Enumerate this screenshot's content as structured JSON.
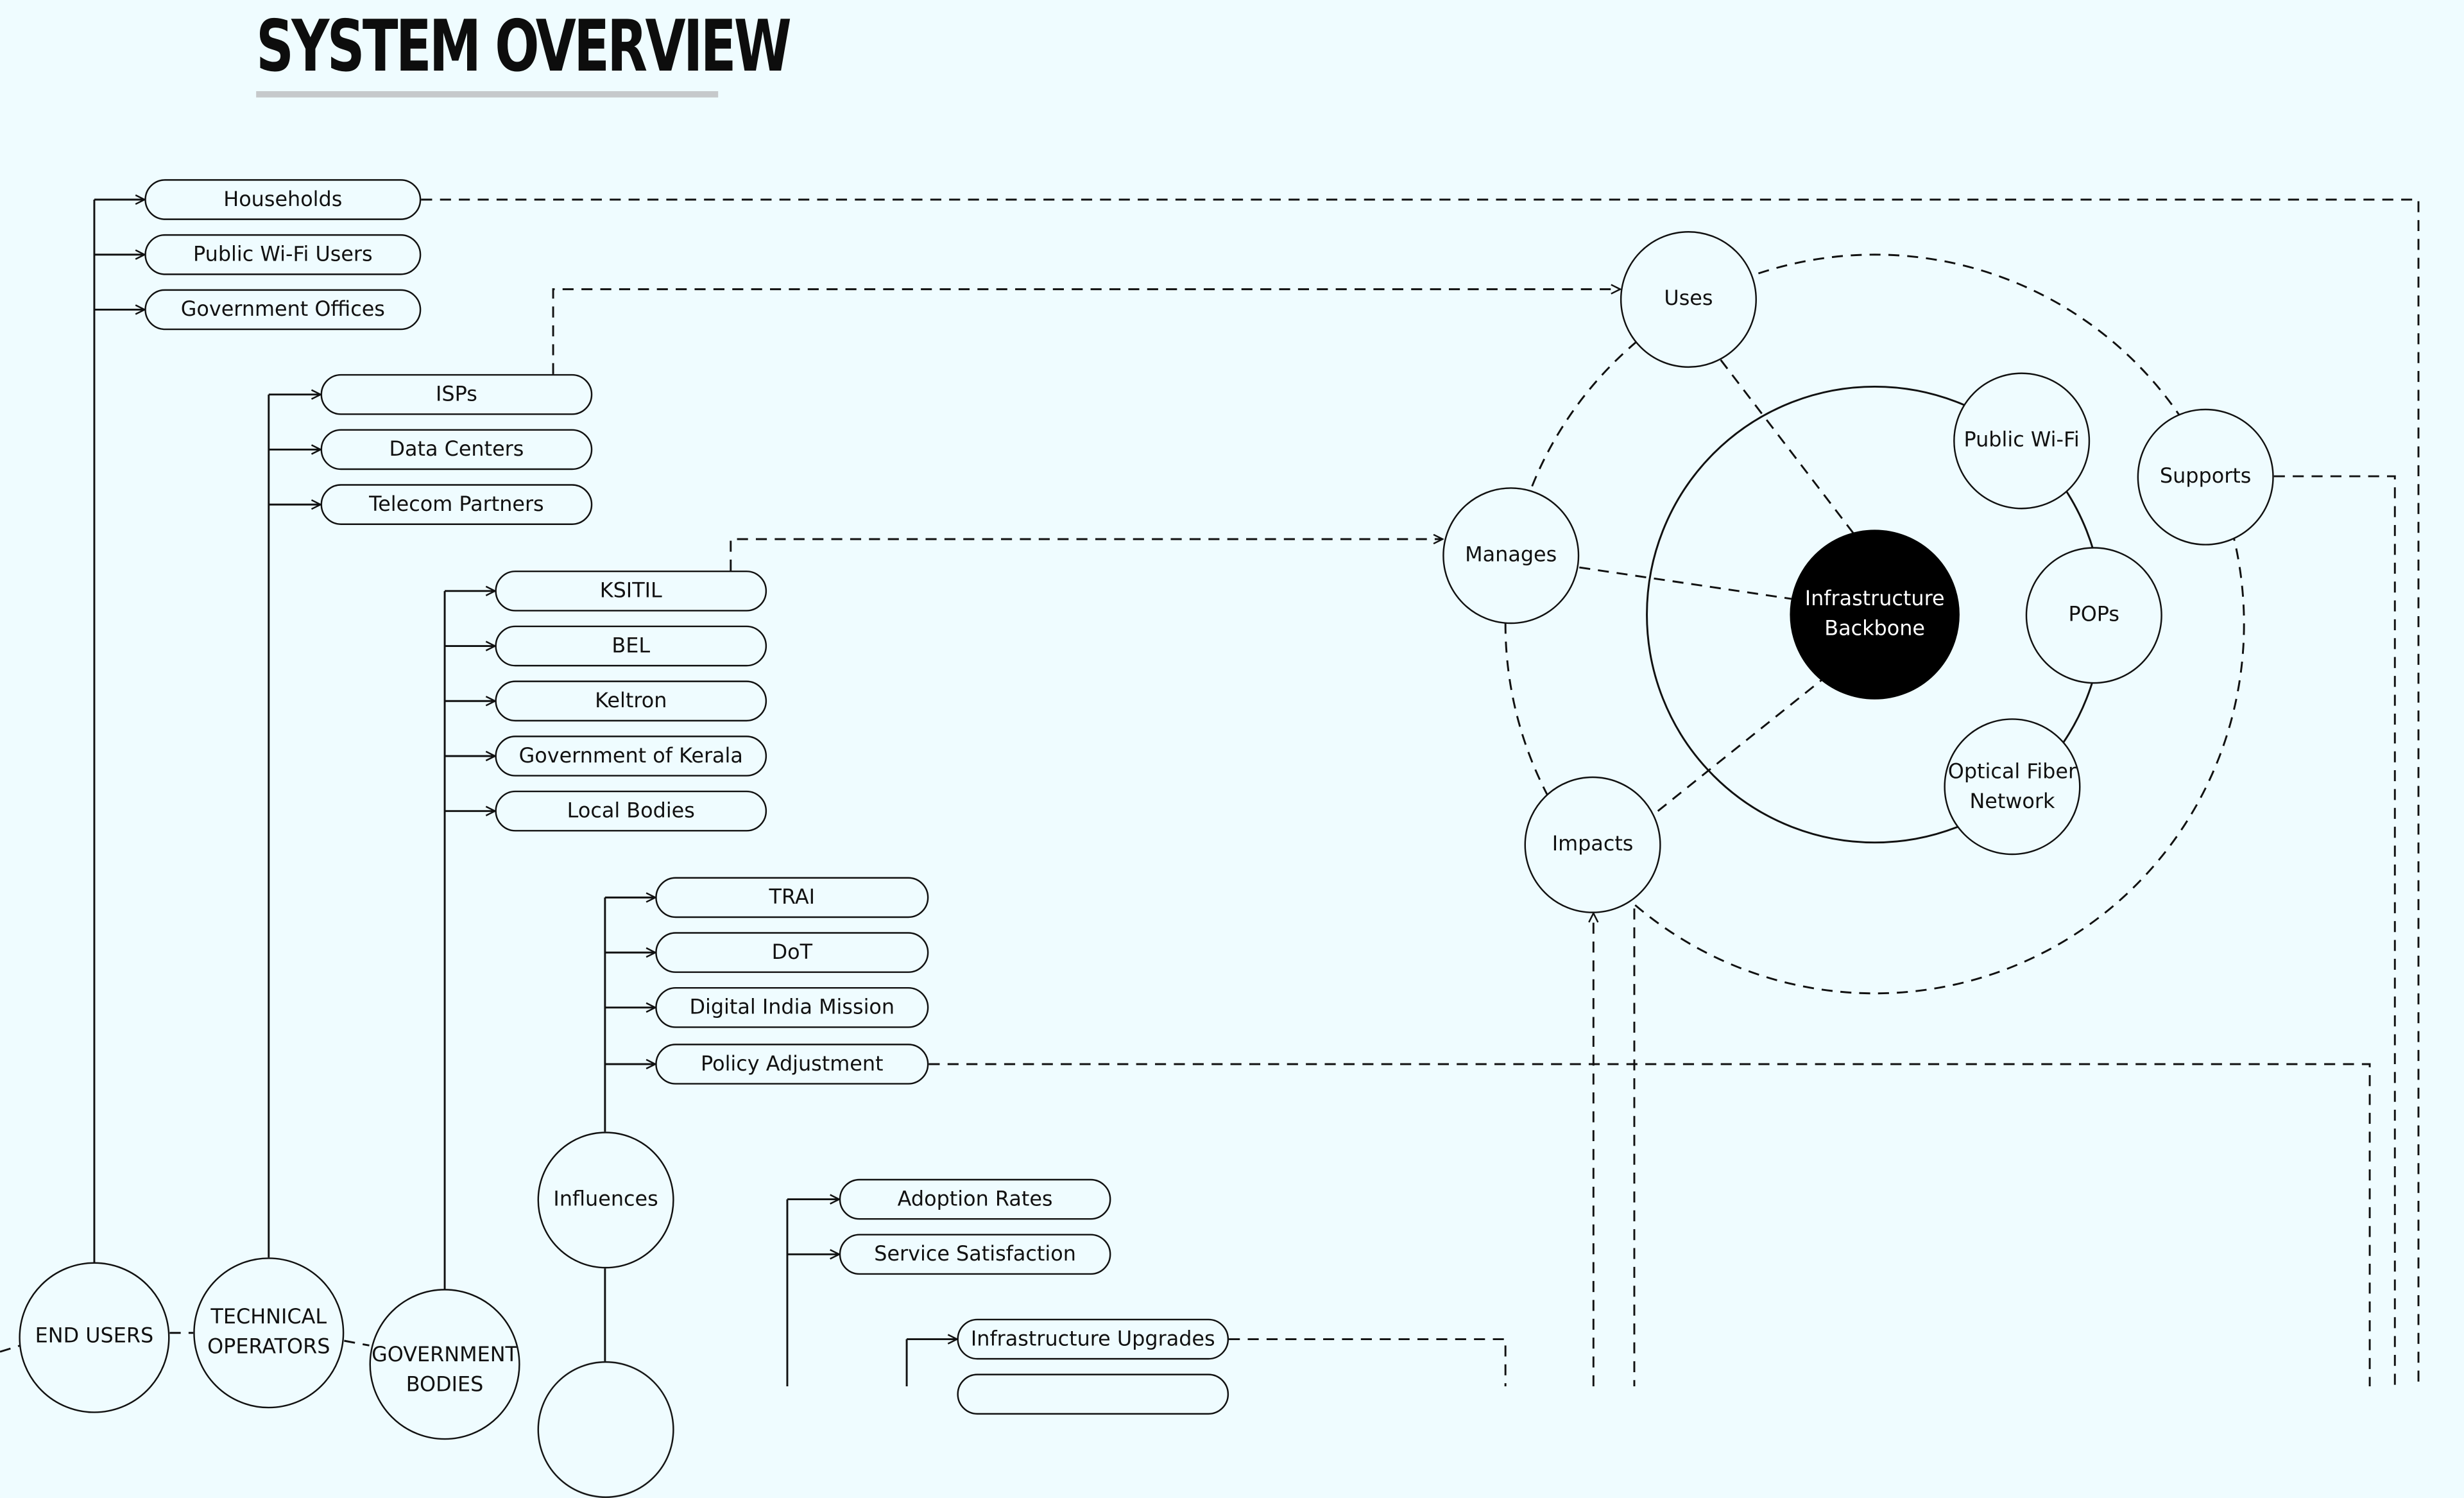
{
  "title": "SYSTEM OVERVIEW",
  "end_users": {
    "label": "END USERS",
    "items": [
      "Households",
      "Public Wi-Fi Users",
      "Government Offices"
    ]
  },
  "technical_operators": {
    "label_line1": "TECHNICAL",
    "label_line2": "OPERATORS",
    "items": [
      "ISPs",
      "Data Centers",
      "Telecom Partners"
    ]
  },
  "government_bodies": {
    "label_line1": "GOVERNMENT",
    "label_line2": "BODIES",
    "items": [
      "KSITIL",
      "BEL",
      "Keltron",
      "Government of Kerala",
      "Local Bodies"
    ]
  },
  "influences": {
    "label": "Influences",
    "items": [
      "TRAI",
      "DoT",
      "Digital India Mission",
      "Policy Adjustment"
    ]
  },
  "metrics": {
    "items": [
      "Adoption Rates",
      "Service Satisfaction"
    ]
  },
  "feedback": {
    "items": [
      "Infrastructure Upgrades"
    ]
  },
  "hub": {
    "center_line1": "Infrastructure",
    "center_line2": "Backbone",
    "inner": [
      "Public Wi-Fi",
      "POPs"
    ],
    "optical_line1": "Optical Fiber",
    "optical_line2": "Network",
    "outer": [
      "Uses",
      "Supports",
      "Manages",
      "Impacts"
    ]
  },
  "colors": {
    "background": "#effcff",
    "stroke": "#111111",
    "hub_fill": "#000000",
    "title_rule": "#c6c9cb"
  }
}
